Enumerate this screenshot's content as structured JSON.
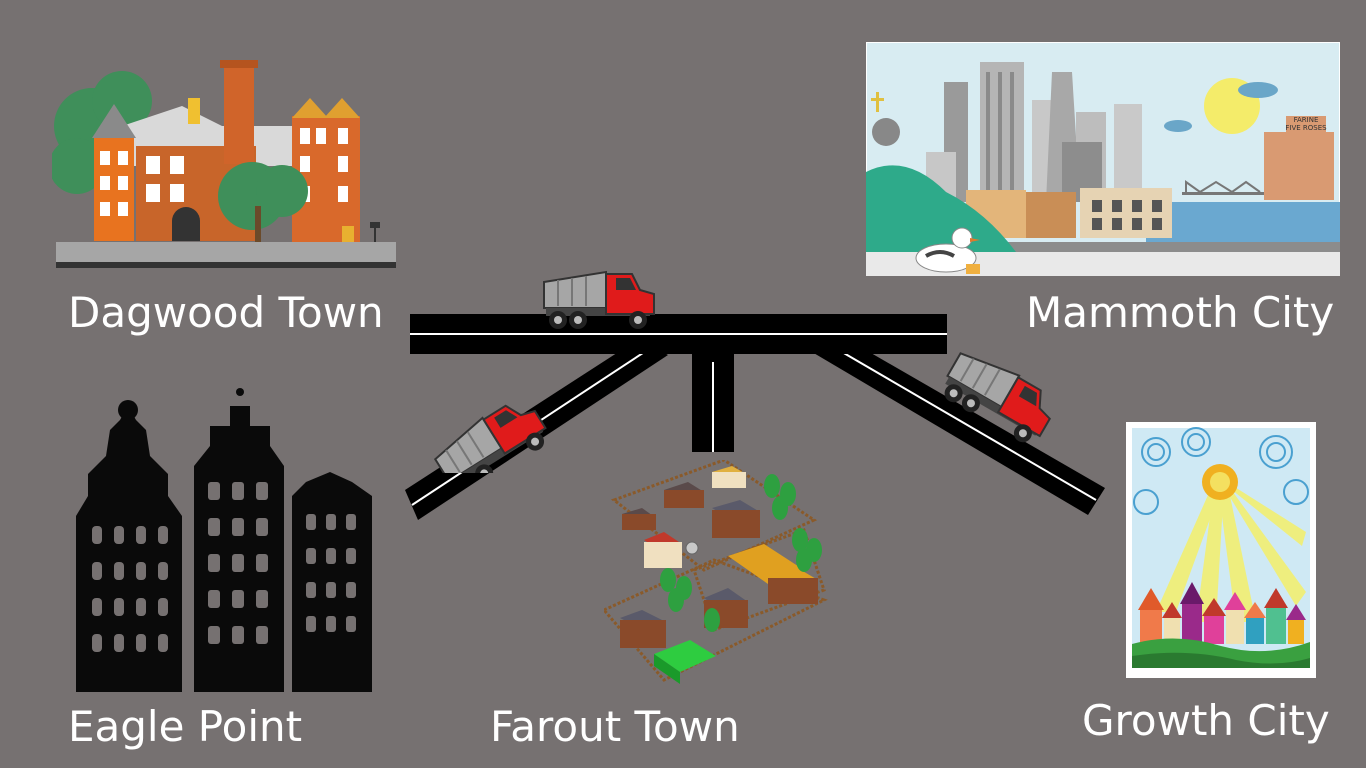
{
  "towns": {
    "dagwood": "Dagwood Town",
    "mammoth": "Mammoth City",
    "eagle": "Eagle Point",
    "farout": "Farout Town",
    "growth": "Growth City"
  },
  "mammoth_sign": {
    "line1": "FARINE",
    "line2": "FIVE ROSES"
  },
  "icons": {
    "truck": "dump-truck-icon",
    "road": "road-network",
    "dagwood_illustration": "victorian-buildings-illustration",
    "mammoth_illustration": "city-skyline-illustration",
    "eagle_illustration": "black-building-silhouettes",
    "farout_illustration": "village-map-illustration",
    "growth_illustration": "sunny-houses-illustration"
  },
  "colors": {
    "background": "#767171",
    "road": "#000000",
    "truck_cab": "#e01b1b",
    "truck_bed": "#a6a6a6",
    "label_text": "#ffffff"
  }
}
